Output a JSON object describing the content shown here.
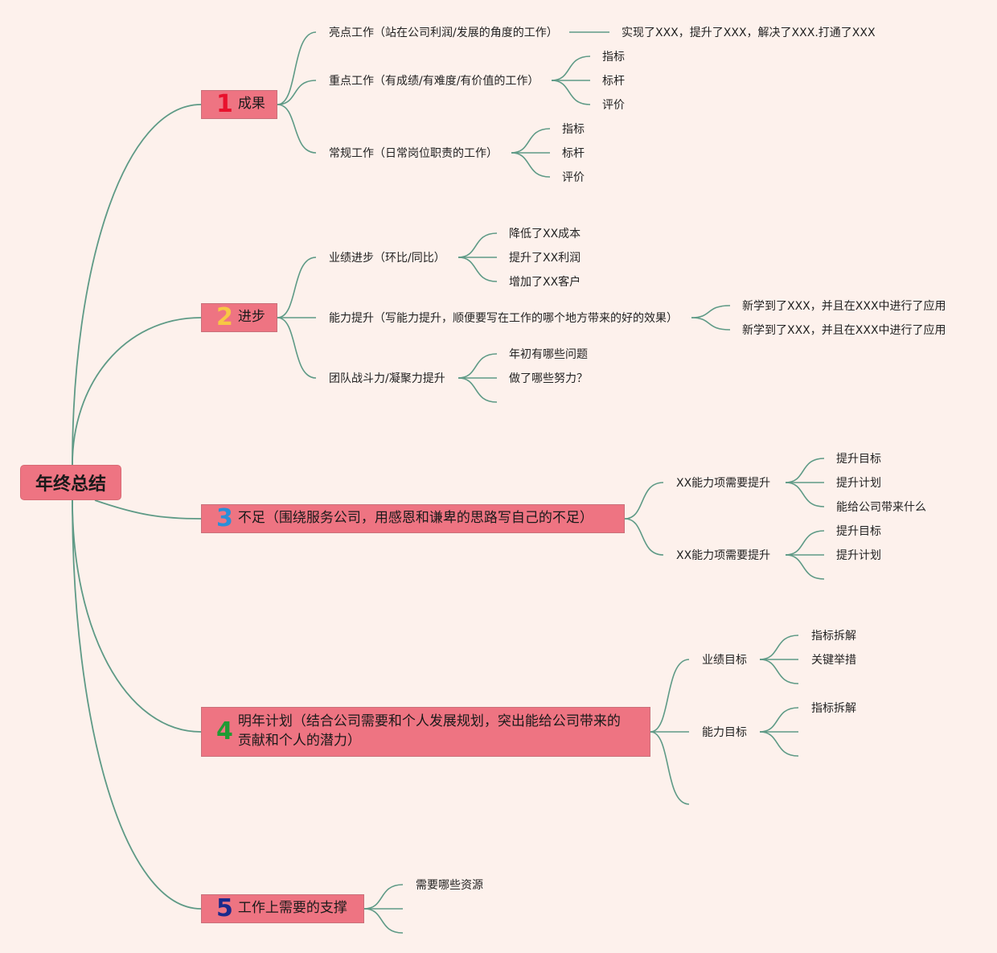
{
  "root": {
    "label": "年终总结"
  },
  "topics": [
    {
      "num": "1",
      "label": "成果",
      "num_color": "#e8112d"
    },
    {
      "num": "2",
      "label": "进步",
      "num_color": "#f7c744"
    },
    {
      "num": "3",
      "label": "不足（围绕服务公司，用感恩和谦卑的思路写自己的不足）",
      "num_color": "#2b8fd8"
    },
    {
      "num": "4",
      "label": "明年计划（结合公司需要和个人发展规划，突出能给公司带来的贡献和个人的潜力）",
      "num_color": "#1f9b34"
    },
    {
      "num": "5",
      "label": "工作上需要的支撑",
      "num_color": "#1b2a8c"
    }
  ],
  "t1": {
    "highlight": "亮点工作（站在公司利润/发展的角度的工作）",
    "highlight_detail": "实现了XXX，提升了XXX，解决了XXX.打通了XXX",
    "key": "重点工作（有成绩/有难度/有价值的工作）",
    "key_items": [
      "指标",
      "标杆",
      "评价"
    ],
    "routine": "常规工作（日常岗位职责的工作）",
    "routine_items": [
      "指标",
      "标杆",
      "评价"
    ]
  },
  "t2": {
    "perf": "业绩进步（环比/同比）",
    "perf_items": [
      "降低了XX成本",
      "提升了XX利润",
      "增加了XX客户"
    ],
    "ability": "能力提升（写能力提升，顺便要写在工作的哪个地方带来的好的效果）",
    "ability_items": [
      "新学到了XXX，并且在XXX中进行了应用",
      "新学到了XXX，并且在XXX中进行了应用"
    ],
    "team": "团队战斗力/凝聚力提升",
    "team_items": [
      "年初有哪些问题",
      "做了哪些努力？"
    ]
  },
  "t3": {
    "a": "XX能力项需要提升",
    "a_items": [
      "提升目标",
      "提升计划",
      "能给公司带来什么"
    ],
    "b": "XX能力项需要提升",
    "b_items": [
      "提升目标",
      "提升计划"
    ]
  },
  "t4": {
    "perf": "业绩目标",
    "perf_items": [
      "指标拆解",
      "关键举措"
    ],
    "ability": "能力目标",
    "ability_items": [
      "指标拆解"
    ]
  },
  "t5": {
    "items": [
      "需要哪些资源"
    ]
  },
  "colors": {
    "background": "#fdf1ec",
    "node": "#ee7482",
    "line": "#5e9a86"
  }
}
